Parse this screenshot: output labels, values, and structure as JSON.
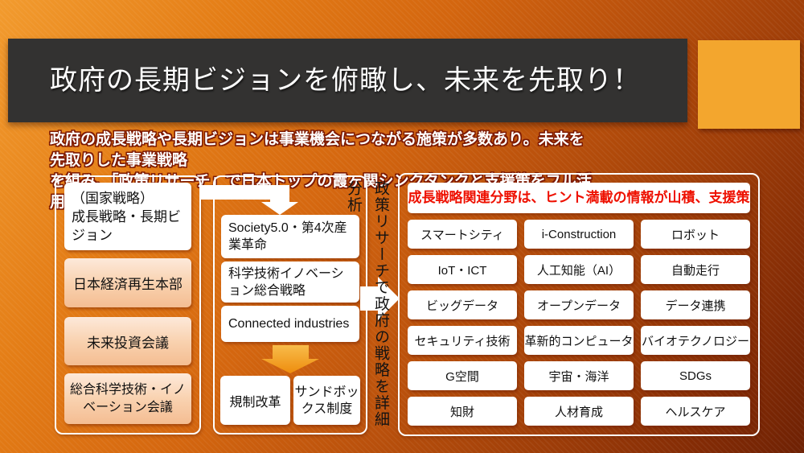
{
  "colors": {
    "slide_orange": "#d4660f",
    "slide_dark_corner": "#6e2104",
    "title_band": "#333231",
    "accent_square": "#f3a62e",
    "subtitle_outline_red": "#7e1a02",
    "panel_header_red": "#ee1000",
    "arrow_amber": "#ee8d0e"
  },
  "header": {
    "title": "政府の長期ビジョンを俯瞰し、未来を先取り！"
  },
  "subtitle": {
    "line1": "政府の成長戦略や長期ビジョンは事業機会につながる施策が多数あり。未来を先取りした事業戦略",
    "line2": "を組み、「政策リサーチ」で日本トップの霞ヶ関シンクタンクと支援策をフル活用すべし！"
  },
  "left_column": {
    "box1_line1": "（国家戦略）",
    "box1_line2": "成長戦略・長期ビジョン",
    "box2": "日本経済再生本部",
    "box3": "未来投資会議",
    "box4": "総合科学技術・イノベーション会議"
  },
  "middle_column": {
    "box1": "Society5.0・第4次産業革命",
    "box2": "科学技術イノベーション総合戦略",
    "box3": "Connected industries",
    "box4": "規制改革",
    "box5": "サンドボックス制度"
  },
  "vertical_label": "政策リサーチで政府の戦略を詳細分析",
  "right_panel": {
    "header": "成長戦略関連分野は、ヒント満載の情報が山積、支援策は多数あり",
    "grid": [
      [
        "スマートシティ",
        "i-Construction",
        "ロボット"
      ],
      [
        "IoT・ICT",
        "人工知能（AI）",
        "自動走行"
      ],
      [
        "ビッグデータ",
        "オープンデータ",
        "データ連携"
      ],
      [
        "セキュリティ技術",
        "革新的コンピュータ",
        "バイオテクノロジー"
      ],
      [
        "G空間",
        "宇宙・海洋",
        "SDGs"
      ],
      [
        "知財",
        "人材育成",
        "ヘルスケア"
      ]
    ]
  },
  "icons": {
    "elbow_arrow": "block-arrow-right-then-down",
    "down_arrow": "block-arrow-down",
    "right_arrow": "block-arrow-right"
  }
}
